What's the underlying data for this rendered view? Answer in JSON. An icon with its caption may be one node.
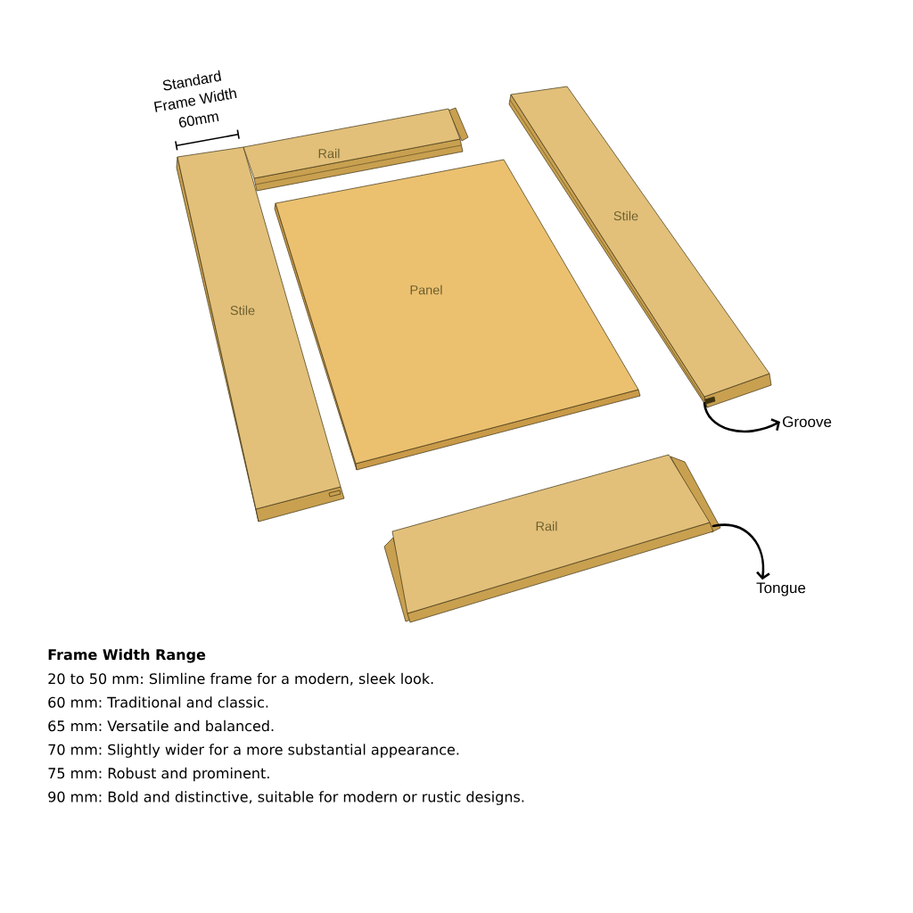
{
  "diagram": {
    "nodes": [
      {
        "text": [
          "Stile"
        ]
      },
      {
        "text": [
          "Rail"
        ]
      },
      {
        "text": [
          "Panel"
        ]
      },
      {
        "text": [
          "Stile"
        ]
      },
      {
        "text": [
          "Rail"
        ]
      },
      {
        "text": [
          "Groove"
        ]
      },
      {
        "text": [
          "Tongue"
        ]
      }
    ],
    "edges": [
      {
        "from": 3,
        "to": 5,
        "arrow": "to"
      },
      {
        "from": 4,
        "to": 6,
        "arrow": "to"
      }
    ],
    "labels": [
      "Standard Frame Width 60mm",
      "Frame Width Range",
      "20 to 50 mm: Slimline frame for a modern, sleek look.",
      "60 mm: Traditional and classic.",
      "65 mm: Versatile and balanced.",
      "70 mm: Slightly wider for a more substantial appearance.",
      "75 mm: Robust and prominent.",
      "90 mm: Bold and distinctive, suitable for modern or rustic designs."
    ]
  }
}
